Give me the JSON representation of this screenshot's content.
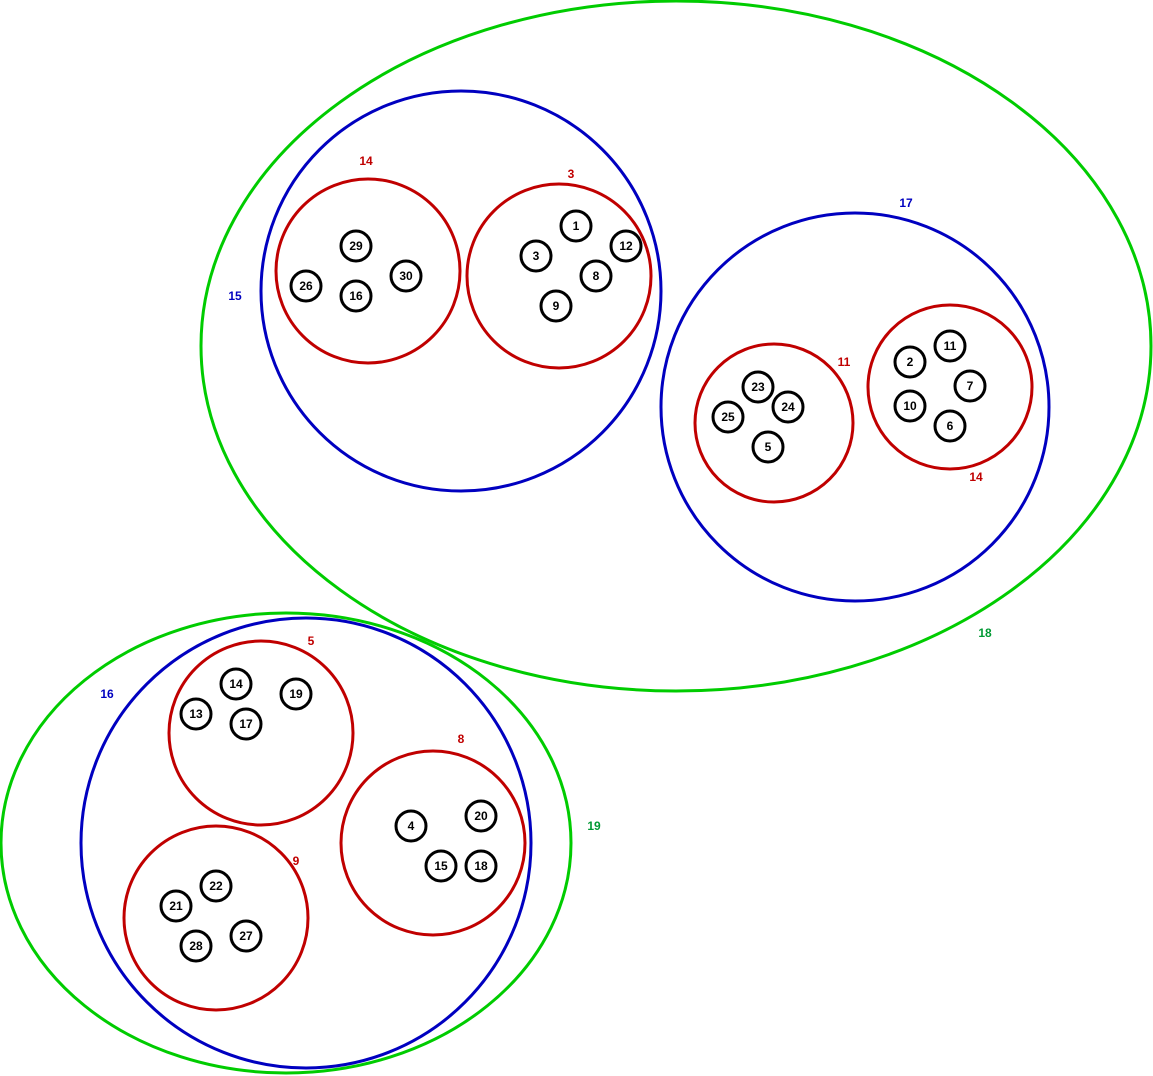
{
  "colors": {
    "green": "#00cc00",
    "blue": "#0000c0",
    "red": "#c00000",
    "node": "#000000",
    "green_label": "#009933"
  },
  "groups": [
    {
      "id": "g18",
      "label": "18",
      "level": "green"
    },
    {
      "id": "g19",
      "label": "19",
      "level": "green"
    },
    {
      "id": "b15",
      "label": "15",
      "level": "blue"
    },
    {
      "id": "b17",
      "label": "17",
      "level": "blue"
    },
    {
      "id": "b16",
      "label": "16",
      "level": "blue"
    },
    {
      "id": "r14a",
      "label": "14",
      "level": "red"
    },
    {
      "id": "r3",
      "label": "3",
      "level": "red"
    },
    {
      "id": "r11",
      "label": "11",
      "level": "red"
    },
    {
      "id": "r14b",
      "label": "14",
      "level": "red"
    },
    {
      "id": "r5",
      "label": "5",
      "level": "red"
    },
    {
      "id": "r8",
      "label": "8",
      "level": "red"
    },
    {
      "id": "r9",
      "label": "9",
      "level": "red"
    }
  ],
  "nodes": [
    {
      "label": "29",
      "group": "r14a"
    },
    {
      "label": "26",
      "group": "r14a"
    },
    {
      "label": "16",
      "group": "r14a"
    },
    {
      "label": "30",
      "group": "r14a"
    },
    {
      "label": "1",
      "group": "r3"
    },
    {
      "label": "3",
      "group": "r3"
    },
    {
      "label": "12",
      "group": "r3"
    },
    {
      "label": "8",
      "group": "r3"
    },
    {
      "label": "9",
      "group": "r3"
    },
    {
      "label": "23",
      "group": "r11"
    },
    {
      "label": "24",
      "group": "r11"
    },
    {
      "label": "25",
      "group": "r11"
    },
    {
      "label": "5",
      "group": "r11"
    },
    {
      "label": "11",
      "group": "r14b"
    },
    {
      "label": "2",
      "group": "r14b"
    },
    {
      "label": "7",
      "group": "r14b"
    },
    {
      "label": "10",
      "group": "r14b"
    },
    {
      "label": "6",
      "group": "r14b"
    },
    {
      "label": "14",
      "group": "r5"
    },
    {
      "label": "19",
      "group": "r5"
    },
    {
      "label": "13",
      "group": "r5"
    },
    {
      "label": "17",
      "group": "r5"
    },
    {
      "label": "4",
      "group": "r8"
    },
    {
      "label": "20",
      "group": "r8"
    },
    {
      "label": "15",
      "group": "r8"
    },
    {
      "label": "18",
      "group": "r8"
    },
    {
      "label": "22",
      "group": "r9"
    },
    {
      "label": "21",
      "group": "r9"
    },
    {
      "label": "27",
      "group": "r9"
    },
    {
      "label": "28",
      "group": "r9"
    }
  ]
}
